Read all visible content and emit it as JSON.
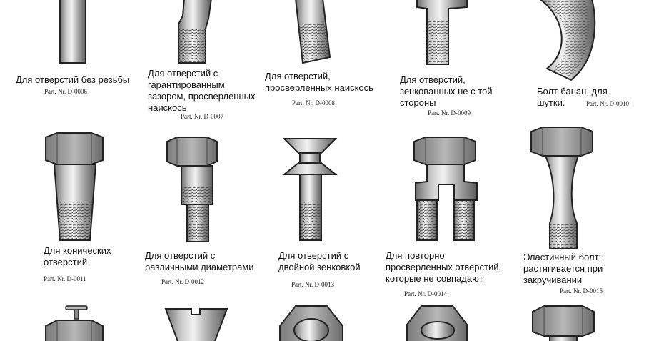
{
  "items": [
    {
      "caption": [
        "Для отверстий без резьбы"
      ],
      "part": "Part. Nr. D-0006"
    },
    {
      "caption": [
        "Для отверстий с",
        "гарантированным",
        "зазором, просверленных",
        "наискось"
      ],
      "part": "Part. Nr. D-0007"
    },
    {
      "caption": [
        "Для отверстий,",
        "просверленных наискось"
      ],
      "part": "Part. Nr. D-0008"
    },
    {
      "caption": [
        "Для отверстий,",
        "зенкованных не с той",
        "стороны"
      ],
      "part": "Part. Nr. D-0009"
    },
    {
      "caption": [
        "Болт-банан, для",
        "шутки."
      ],
      "part": "Part. Nr. D-0010"
    },
    {
      "caption": [
        "Для конических",
        "отверстий"
      ],
      "part": "Part. Nr. D-0011"
    },
    {
      "caption": [
        "Для отверстий с",
        "различными диаметрами"
      ],
      "part": "Part. Nr. D-0012"
    },
    {
      "caption": [
        "Для отверстий с",
        "двойной зенковкой"
      ],
      "part": "Part. Nr. D-0013"
    },
    {
      "caption": [
        "Для повторно",
        "просверленных отверстий,",
        "которые не совпадают"
      ],
      "part": "Part. Nr. D-0014"
    },
    {
      "caption": [
        "Эластичный болт:",
        "растягивается при",
        "закручивании"
      ],
      "part": "Part. Nr. D-0015"
    }
  ]
}
